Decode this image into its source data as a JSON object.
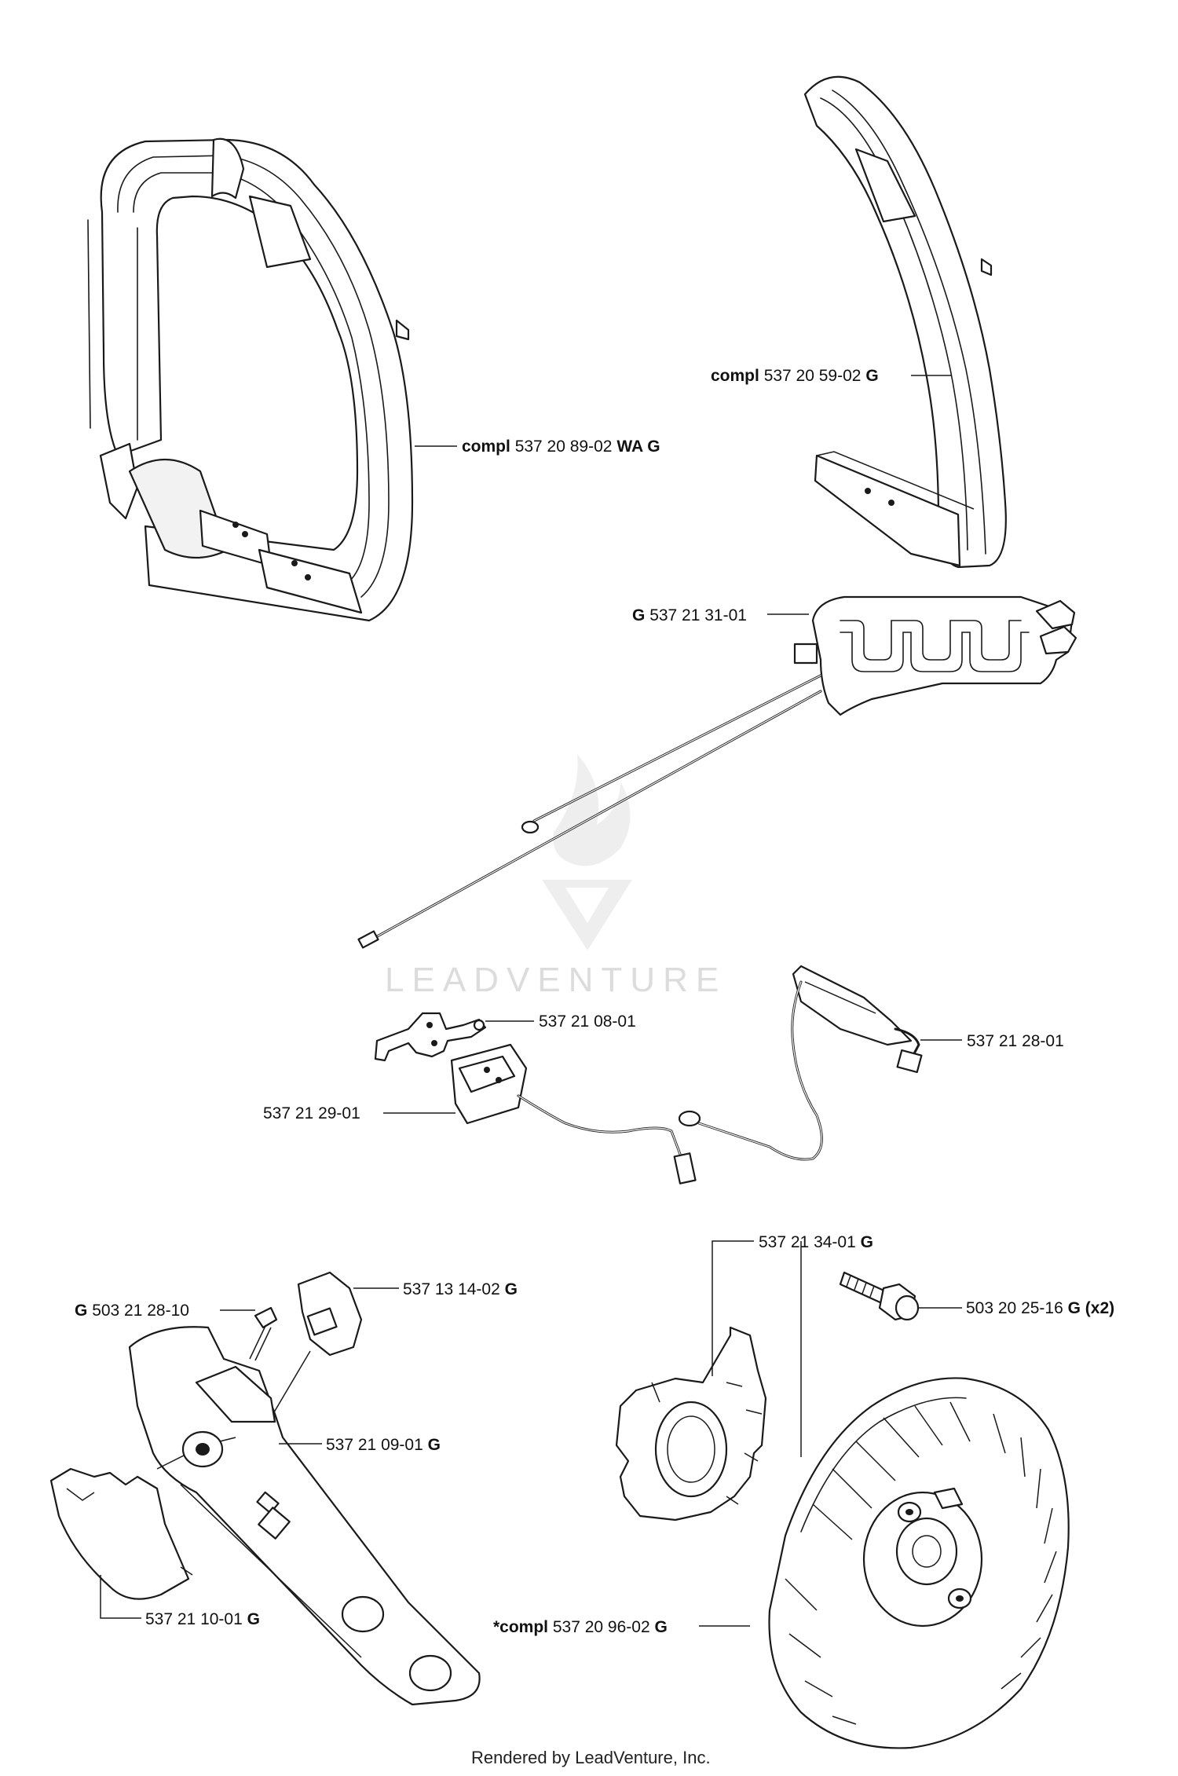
{
  "watermark": {
    "text": "LEADVENTURE"
  },
  "footer": {
    "text": "Rendered by LeadVenture, Inc."
  },
  "callouts": {
    "front_handle": {
      "prefix": "compl",
      "part": "537 20 89-02",
      "suffix": "WA G"
    },
    "rear_handle": {
      "prefix": "compl",
      "part": "537 20 59-02",
      "suffix": "G"
    },
    "heating_element": {
      "prefix": "G",
      "part": "537 21 31-01"
    },
    "bracket": {
      "part": "537 21 08-01"
    },
    "switch": {
      "part": "537 21 29-01"
    },
    "cable": {
      "part": "537 21 28-01"
    },
    "screw_left": {
      "prefix": "G",
      "part": "503 21 28-10"
    },
    "connector": {
      "part": "537 13 14-02",
      "suffix": "G"
    },
    "cover": {
      "part": "537 21 09-01",
      "suffix": "G"
    },
    "bottom_cover": {
      "part": "537 21 10-01",
      "suffix": "G"
    },
    "ignition_module": {
      "part": "537 21 34-01",
      "suffix": "G"
    },
    "bolt": {
      "part": "503 20 25-16",
      "suffix": "G (x2)"
    },
    "flywheel": {
      "prefix": "*compl",
      "part": "537 20 96-02",
      "suffix": "G"
    }
  }
}
